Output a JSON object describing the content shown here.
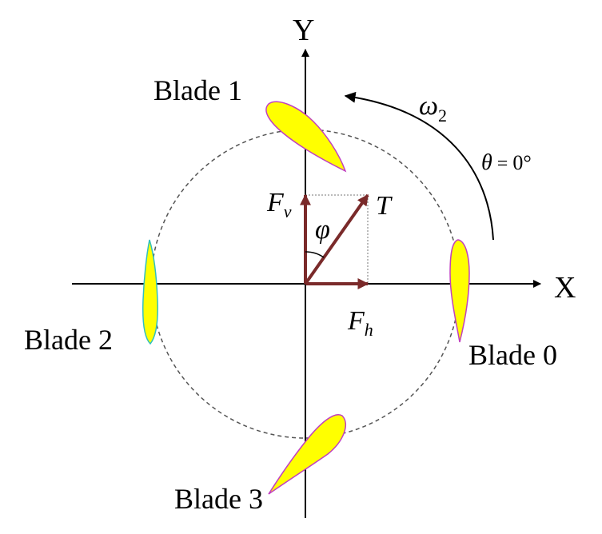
{
  "axes": {
    "x_label": "X",
    "y_label": "Y"
  },
  "blades": [
    {
      "label": "Blade 0"
    },
    {
      "label": "Blade 1"
    },
    {
      "label": "Blade 2"
    },
    {
      "label": "Blade 3"
    }
  ],
  "forces": {
    "vertical": {
      "symbol": "F",
      "subscript": "v"
    },
    "horizontal": {
      "symbol": "F",
      "subscript": "h"
    },
    "thrust": {
      "symbol": "T"
    },
    "angle": {
      "symbol": "φ"
    }
  },
  "rotation": {
    "symbol": "ω",
    "subscript": "2",
    "theta_symbol": "θ",
    "theta_equals": "=",
    "theta_value": "0°"
  },
  "colors": {
    "blade_fill": "#ffff00",
    "blade_outline_pink": "#c040c0",
    "blade_outline_cyan": "#30c0c0",
    "force_arrow": "#7a2a2a",
    "axis": "#000000",
    "circle": "#555555"
  }
}
